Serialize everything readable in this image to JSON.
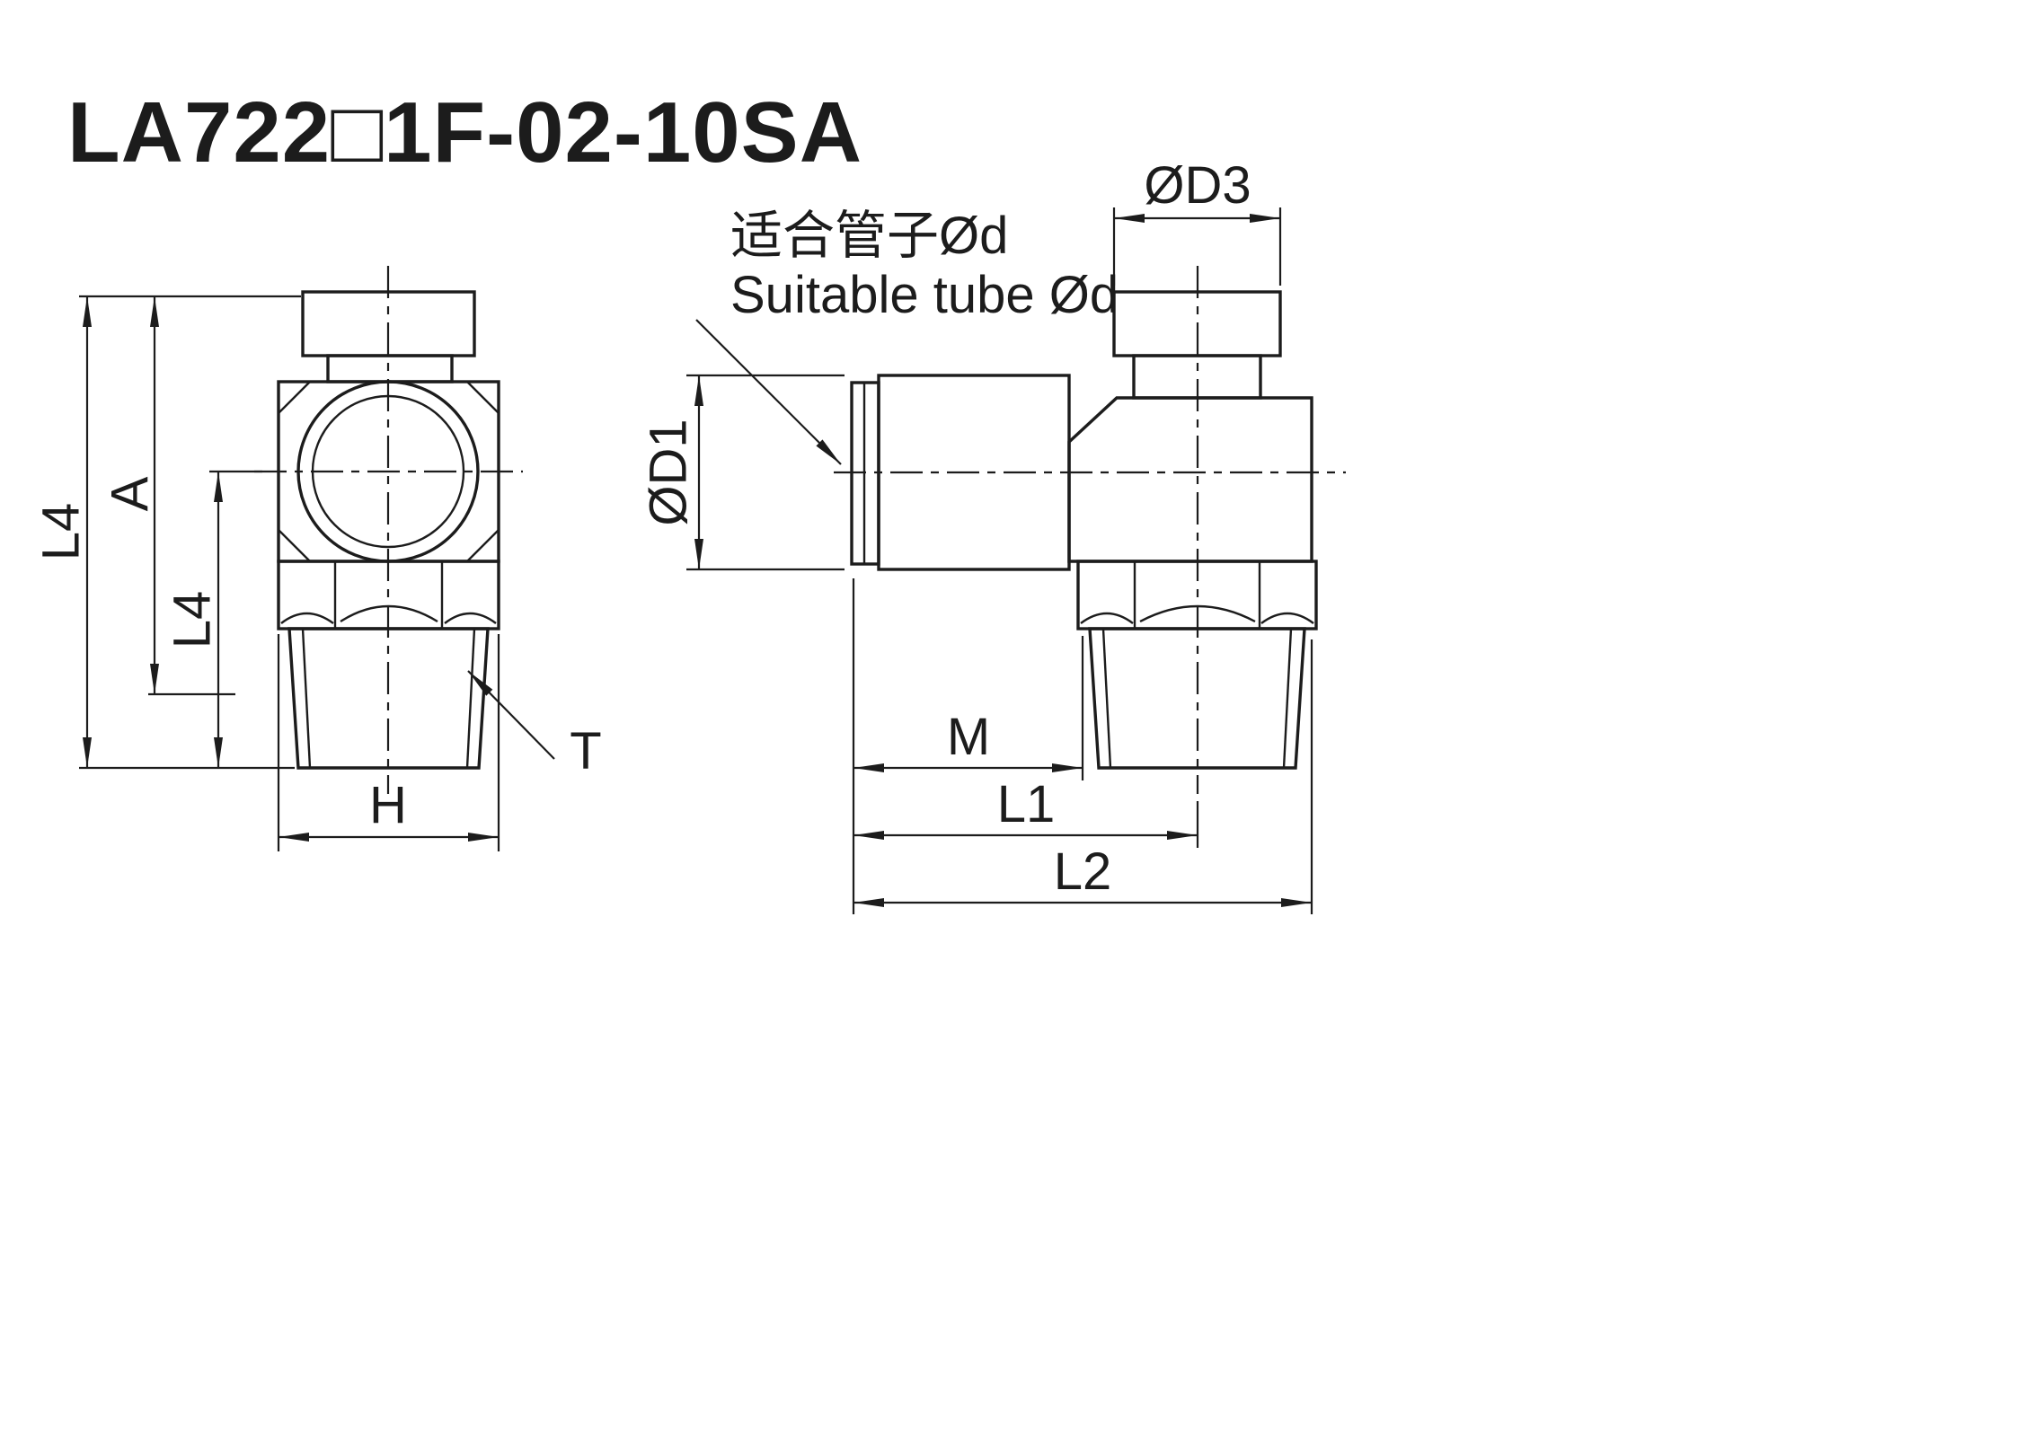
{
  "title": "LA722□1F-02-10SA",
  "annotation": {
    "line1": "适合管子Ød",
    "line2": "Suitable tube Ød"
  },
  "front_view": {
    "dim_l4_outer": "L4",
    "dim_a": "A",
    "dim_l4_inner": "L4",
    "dim_t": "T",
    "dim_h": "H"
  },
  "side_view": {
    "dim_d3": "ØD3",
    "dim_d1": "ØD1",
    "dim_m": "M",
    "dim_l1": "L1",
    "dim_l2": "L2"
  },
  "colors": {
    "line": "#1c1c1c",
    "background": "#ffffff"
  }
}
